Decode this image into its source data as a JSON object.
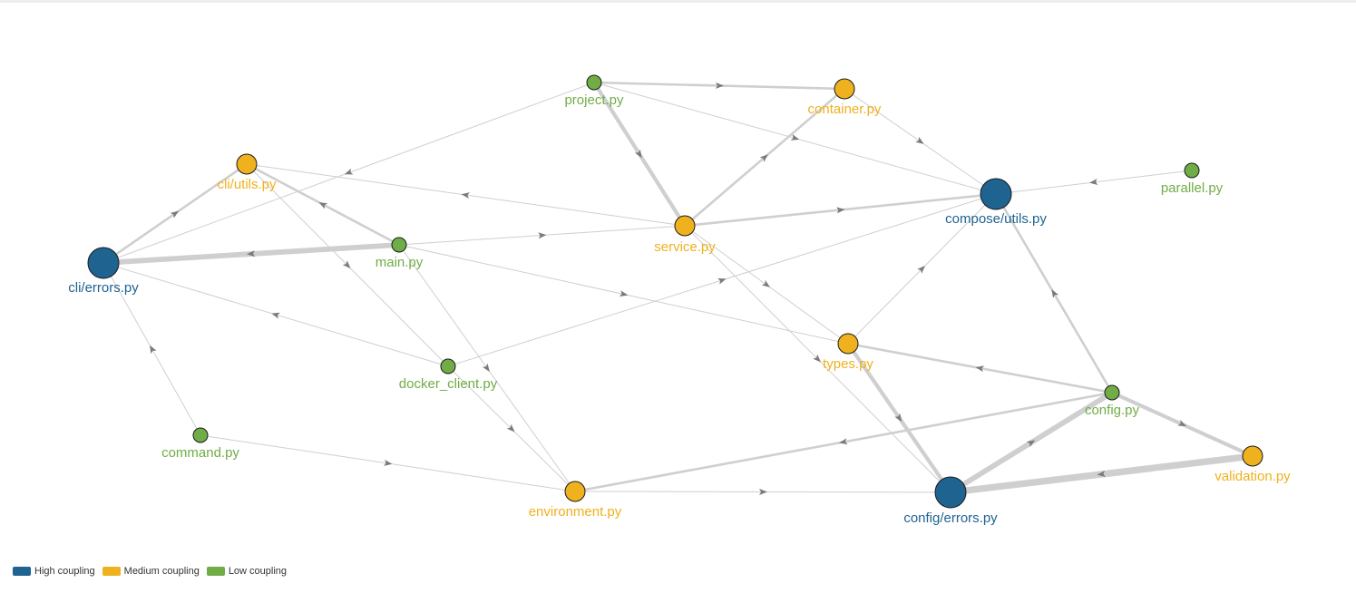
{
  "colors": {
    "high": "#1f6391",
    "medium": "#efb11d",
    "low": "#70ad47",
    "edge": "#cfcfcf",
    "arrow": "#7a7a7a"
  },
  "legend": {
    "items": [
      {
        "label": "High coupling",
        "level": "high"
      },
      {
        "label": "Medium coupling",
        "level": "medium"
      },
      {
        "label": "Low coupling",
        "level": "low"
      }
    ]
  },
  "graph": {
    "nodes": [
      {
        "id": "project",
        "label": "project.py",
        "level": "low"
      },
      {
        "id": "container",
        "label": "container.py",
        "level": "medium"
      },
      {
        "id": "cli_utils",
        "label": "cli/utils.py",
        "level": "medium"
      },
      {
        "id": "compose_utils",
        "label": "compose/utils.py",
        "level": "high"
      },
      {
        "id": "parallel",
        "label": "parallel.py",
        "level": "low"
      },
      {
        "id": "service",
        "label": "service.py",
        "level": "medium"
      },
      {
        "id": "main",
        "label": "main.py",
        "level": "low"
      },
      {
        "id": "cli_errors",
        "label": "cli/errors.py",
        "level": "high"
      },
      {
        "id": "types",
        "label": "types.py",
        "level": "medium"
      },
      {
        "id": "docker_client",
        "label": "docker_client.py",
        "level": "low"
      },
      {
        "id": "config",
        "label": "config.py",
        "level": "low"
      },
      {
        "id": "command",
        "label": "command.py",
        "level": "low"
      },
      {
        "id": "validation",
        "label": "validation.py",
        "level": "medium"
      },
      {
        "id": "environment",
        "label": "environment.py",
        "level": "medium"
      },
      {
        "id": "config_errors",
        "label": "config/errors.py",
        "level": "high"
      }
    ],
    "edges": [
      {
        "source": "project",
        "target": "container",
        "weight": 2
      },
      {
        "source": "project",
        "target": "service",
        "weight": 3
      },
      {
        "source": "project",
        "target": "cli_errors",
        "weight": 1
      },
      {
        "source": "project",
        "target": "compose_utils",
        "weight": 1
      },
      {
        "source": "container",
        "target": "compose_utils",
        "weight": 1
      },
      {
        "source": "service",
        "target": "container",
        "weight": 2
      },
      {
        "source": "service",
        "target": "compose_utils",
        "weight": 2
      },
      {
        "source": "service",
        "target": "cli_utils",
        "weight": 1
      },
      {
        "source": "service",
        "target": "types",
        "weight": 1
      },
      {
        "source": "service",
        "target": "config_errors",
        "weight": 1
      },
      {
        "source": "parallel",
        "target": "compose_utils",
        "weight": 1
      },
      {
        "source": "main",
        "target": "cli_errors",
        "weight": 4
      },
      {
        "source": "main",
        "target": "cli_utils",
        "weight": 2
      },
      {
        "source": "main",
        "target": "service",
        "weight": 1
      },
      {
        "source": "main",
        "target": "types",
        "weight": 1
      },
      {
        "source": "main",
        "target": "environment",
        "weight": 1
      },
      {
        "source": "cli_errors",
        "target": "cli_utils",
        "weight": 2
      },
      {
        "source": "docker_client",
        "target": "cli_errors",
        "weight": 1
      },
      {
        "source": "docker_client",
        "target": "compose_utils",
        "weight": 1
      },
      {
        "source": "docker_client",
        "target": "environment",
        "weight": 1
      },
      {
        "source": "cli_utils",
        "target": "docker_client",
        "weight": 1
      },
      {
        "source": "command",
        "target": "cli_errors",
        "weight": 1
      },
      {
        "source": "command",
        "target": "environment",
        "weight": 1
      },
      {
        "source": "types",
        "target": "compose_utils",
        "weight": 1
      },
      {
        "source": "types",
        "target": "config_errors",
        "weight": 3
      },
      {
        "source": "config",
        "target": "types",
        "weight": 2
      },
      {
        "source": "config",
        "target": "compose_utils",
        "weight": 2
      },
      {
        "source": "config",
        "target": "environment",
        "weight": 2
      },
      {
        "source": "config",
        "target": "validation",
        "weight": 3
      },
      {
        "source": "config_errors",
        "target": "config",
        "weight": 4
      },
      {
        "source": "validation",
        "target": "config_errors",
        "weight": 5
      },
      {
        "source": "environment",
        "target": "config_errors",
        "weight": 1
      }
    ]
  }
}
